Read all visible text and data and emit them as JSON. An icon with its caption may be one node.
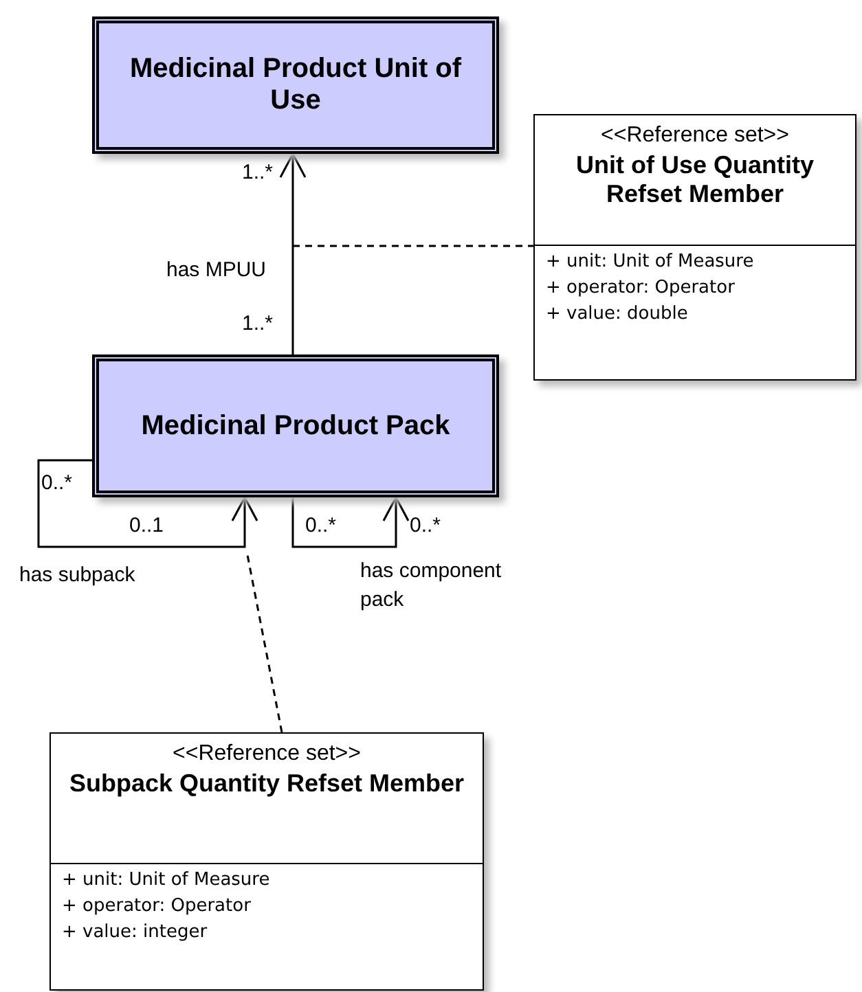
{
  "diagram": {
    "nodes": [
      {
        "text": [
          "Medicinal Product Unit of Use"
        ]
      },
      {
        "text": [
          "<<Reference set>>",
          "Unit of Use Quantity Refset Member",
          "+ unit: Unit of Measure",
          "+ operator: Operator",
          "+ value: double"
        ]
      },
      {
        "text": [
          "Medicinal Product Pack"
        ]
      },
      {
        "text": [
          "<<Reference set>>",
          "Subpack Quantity Refset Member",
          "+ unit: Unit of Measure",
          "+ operator: Operator",
          "+ value: integer"
        ]
      }
    ],
    "edges": [
      {
        "from": 2,
        "to": 0,
        "arrow": "to",
        "label": "has MPUU"
      },
      {
        "from": null,
        "to": 1,
        "arrow": "none",
        "style": "dashed"
      },
      {
        "from": 2,
        "to": 2,
        "arrow": "to",
        "label": "has subpack"
      },
      {
        "from": 2,
        "to": 2,
        "arrow": "to",
        "label": "has component pack"
      },
      {
        "from": 3,
        "to": null,
        "arrow": "none",
        "style": "dashed"
      }
    ],
    "labels": [
      "1..*",
      "1..*",
      "0..*",
      "0..1",
      "0..*",
      "0..*"
    ]
  }
}
